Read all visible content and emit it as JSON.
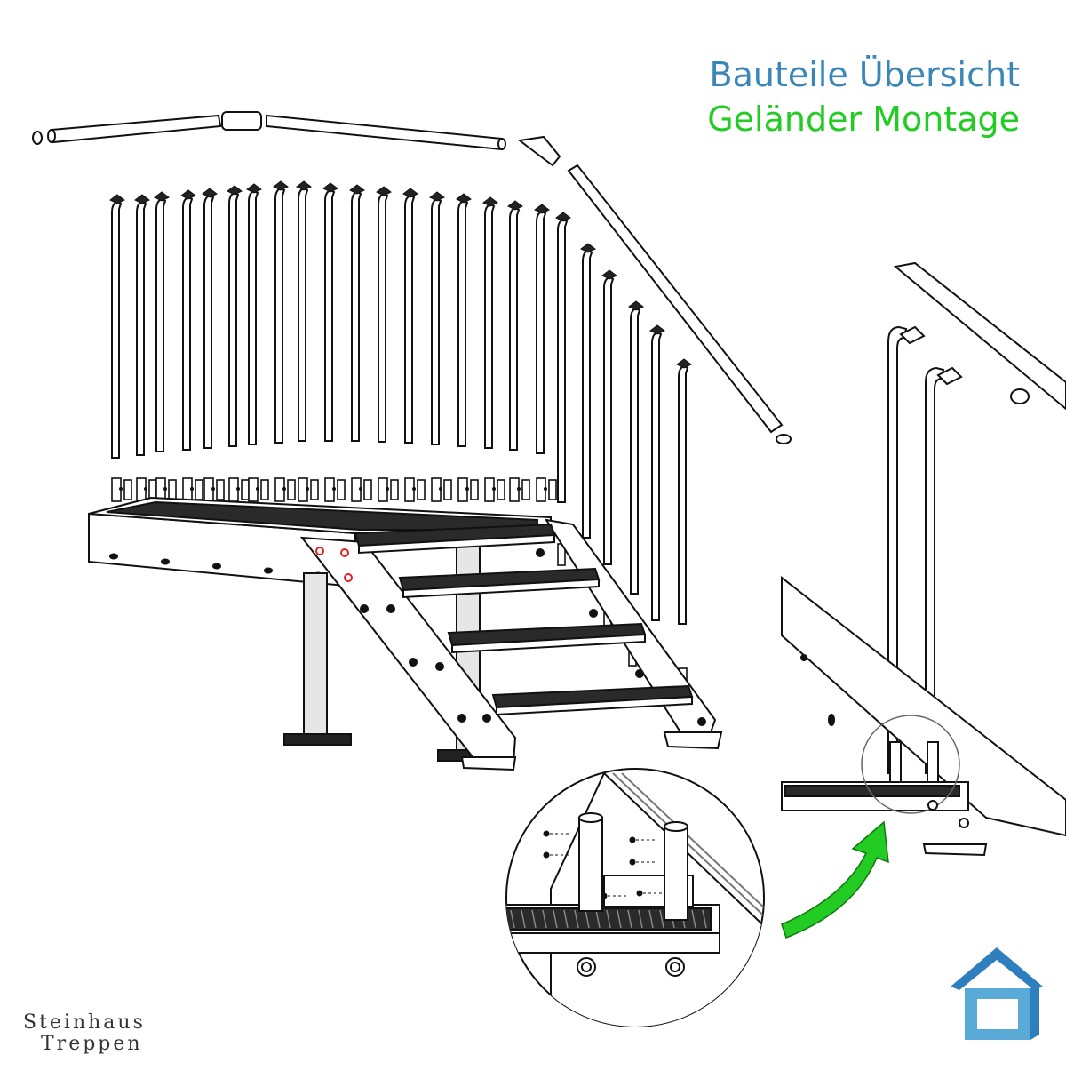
{
  "titles": {
    "line1": "Bauteile Übersicht",
    "line2": "Geländer Montage"
  },
  "brand": {
    "line1": "Steinhaus",
    "line2": "Treppen"
  },
  "colors": {
    "title1": "#3b86b8",
    "title2": "#22cc22",
    "arrow": "#22cc22",
    "logo_front": "#5aaad8",
    "logo_roof": "#2f7fbf",
    "bolt_marker": "#e02020",
    "line": "#111111"
  },
  "icons": {
    "logo": "house-logo-icon",
    "arrow": "curved-arrow-icon"
  }
}
